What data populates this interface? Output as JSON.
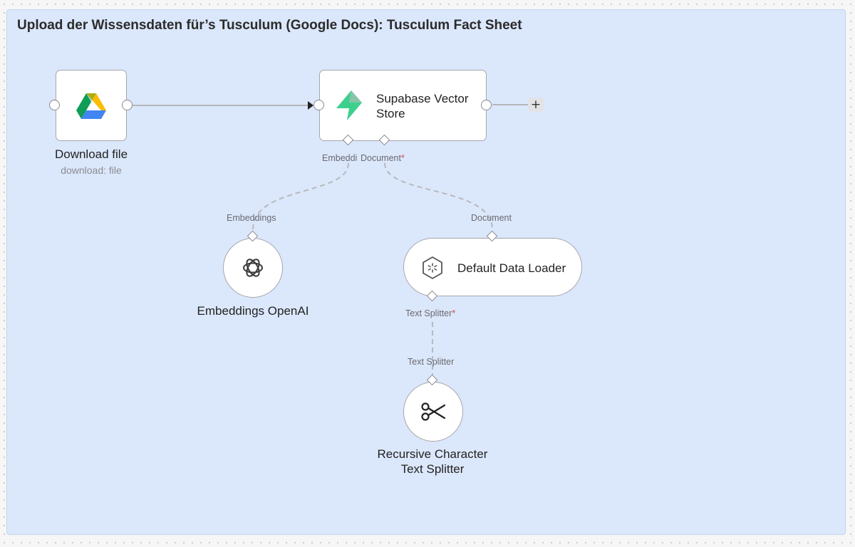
{
  "sticky_note": {
    "title": "Upload der Wissensdaten für’s Tusculum (Google Docs): Tusculum Fact Sheet"
  },
  "nodes": {
    "download_file": {
      "title": "Download file",
      "subtitle": "download: file",
      "icon": "google-drive-icon"
    },
    "supabase": {
      "title_line1": "Supabase Vector",
      "title_line2": "Store",
      "icon": "supabase-icon",
      "add_button": "+",
      "port_embedding": "Embeddi",
      "port_document": "Document",
      "required_mark": "*"
    },
    "embeddings_openai": {
      "title": "Embeddings OpenAI",
      "icon": "openai-icon",
      "port_label": "Embeddings"
    },
    "default_data_loader": {
      "title": "Default Data Loader",
      "icon": "data-loader-icon",
      "port_document": "Document",
      "port_text_splitter": "Text Splitter",
      "required_mark": "*"
    },
    "recursive_splitter": {
      "title_line1": "Recursive Character",
      "title_line2": "Text Splitter",
      "icon": "scissors-icon",
      "port_label": "Text Splitter"
    }
  },
  "colors": {
    "sticky_background": "#dbe7fb",
    "canvas_background": "#f6f6f7",
    "required": "#e04545",
    "node_border": "#a7a7ad"
  }
}
